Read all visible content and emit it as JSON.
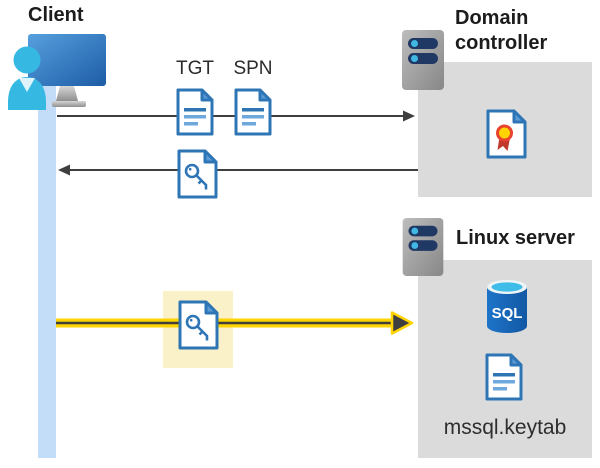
{
  "client": {
    "label": "Client"
  },
  "flow": {
    "tgt_label": "TGT",
    "spn_label": "SPN"
  },
  "domain_controller": {
    "label": "Domain controller"
  },
  "linux_server": {
    "label": "Linux server",
    "sql_label": "SQL",
    "keytab_label": "mssql.keytab"
  },
  "colors": {
    "doc_blue": "#2E75B6",
    "doc_fill": "#FFFFFF",
    "fold_blue": "#5B9BD5",
    "arrow_gray": "#3F3F3F",
    "accent_yellow": "#FFD400",
    "highlight_bg": "#FAF1C8",
    "box_gray": "#DBDBDB",
    "lifeline_blue": "#C3DCF7",
    "person_cyan": "#35B9E3",
    "server_navy": "#1F3864",
    "server_dot_cyan": "#41B8E4",
    "sql_body_blue": "#1767B8",
    "sql_top_cyan": "#3FBDE8",
    "cert_yellow": "#FFD400",
    "cert_red": "#D13438"
  }
}
